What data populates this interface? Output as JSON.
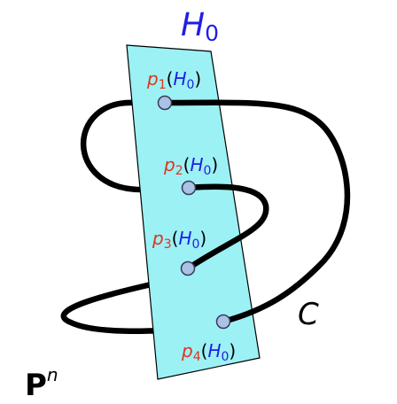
{
  "hyperplane": {
    "label_main": "H",
    "label_sub": "0",
    "fill_color": "#9CF1F5",
    "stroke_color": "#000000",
    "label_color": "#1E1EE6"
  },
  "curve": {
    "label": "C",
    "stroke_color": "#000000"
  },
  "space": {
    "label_main": "P",
    "label_sup": "n"
  },
  "points": [
    {
      "name_main": "p",
      "name_sub": "1",
      "arg_main": "H",
      "arg_sub": "0"
    },
    {
      "name_main": "p",
      "name_sub": "2",
      "arg_main": "H",
      "arg_sub": "0"
    },
    {
      "name_main": "p",
      "name_sub": "3",
      "arg_main": "H",
      "arg_sub": "0"
    },
    {
      "name_main": "p",
      "name_sub": "4",
      "arg_main": "H",
      "arg_sub": "0"
    }
  ],
  "colors": {
    "point_name": "#E0341E",
    "point_arg": "#1E1EE6",
    "point_fill": "#A9C2E6",
    "point_stroke": "#3A3A5A",
    "paren": "#000000"
  }
}
